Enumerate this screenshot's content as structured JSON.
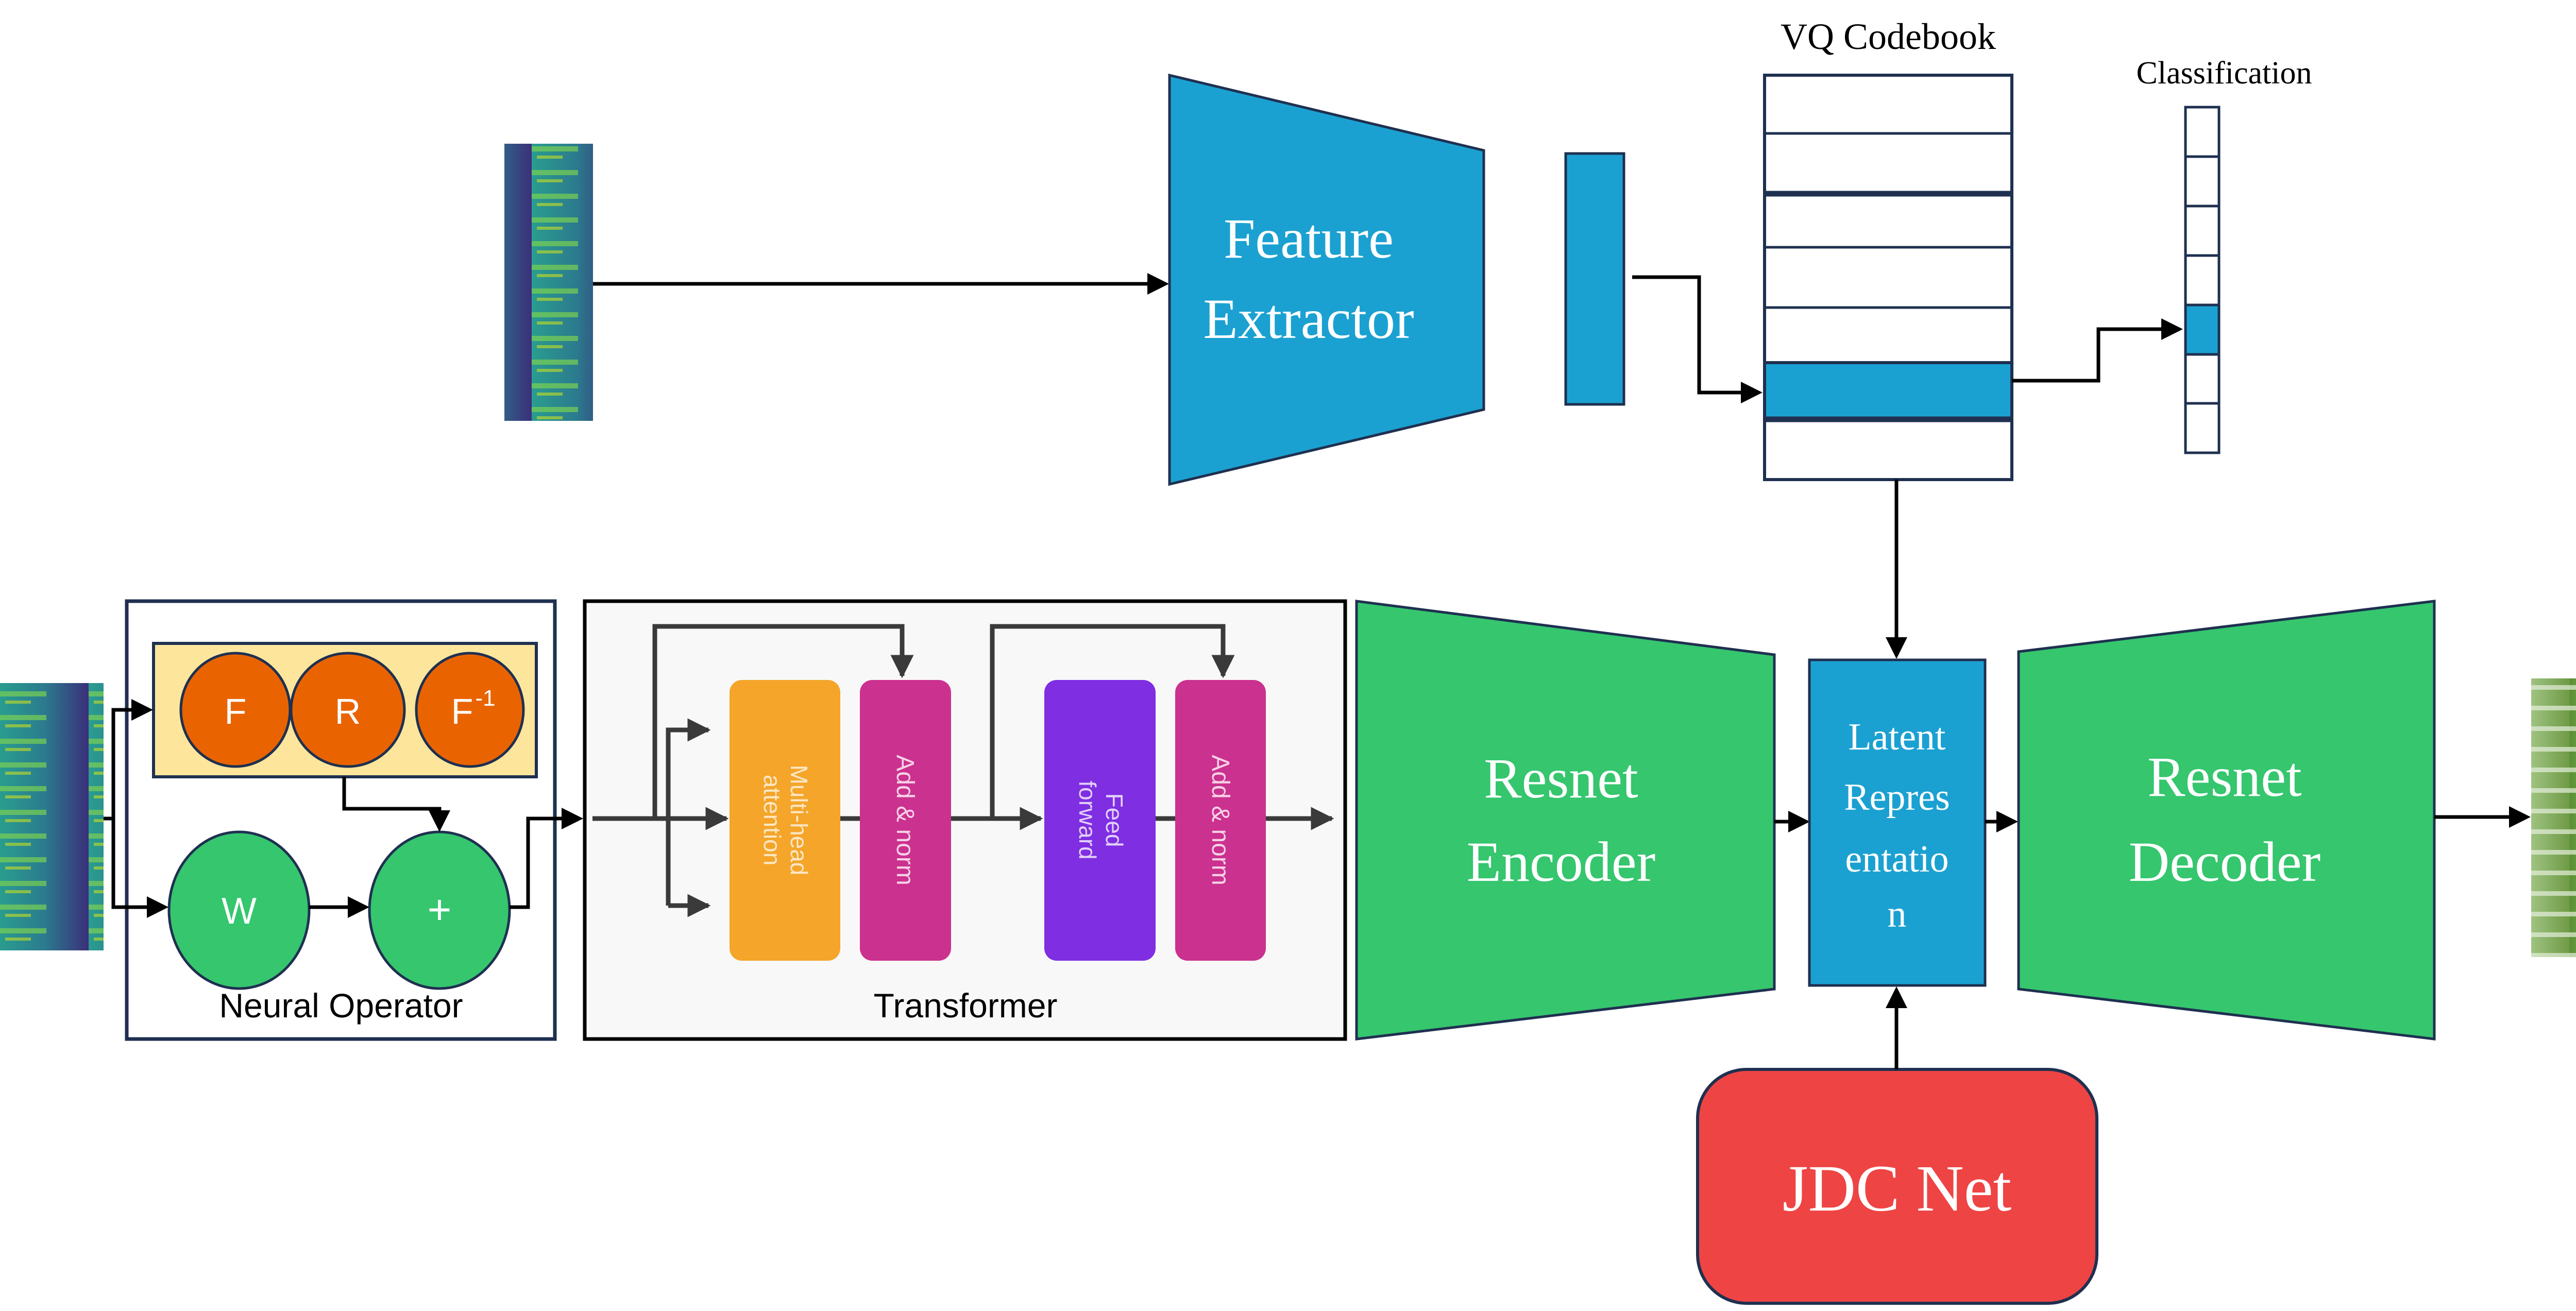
{
  "feature_extractor": {
    "line1": "Feature",
    "line2": "Extractor"
  },
  "vq_codebook": {
    "title": "VQ Codebook",
    "rows": 7,
    "selected_row": 6
  },
  "classification": {
    "title": "Classification",
    "cells": 7,
    "selected_cell": 5
  },
  "latent": {
    "lines": [
      "Latent",
      "Repres",
      "entatio",
      "n"
    ]
  },
  "jdc": {
    "label": "JDC Net"
  },
  "encoder": {
    "line1": "Resnet",
    "line2": "Encoder"
  },
  "decoder": {
    "line1": "Resnet",
    "line2": "Decoder"
  },
  "neural_operator": {
    "label": "Neural Operator",
    "f": "F",
    "r": "R",
    "finv": "F",
    "finv_sup": "-1",
    "w": "W",
    "plus": "+"
  },
  "transformer": {
    "label": "Transformer",
    "mha": [
      "Multi-head",
      "attention"
    ],
    "add_norm": "Add & norm",
    "ff": [
      "Feed",
      "forward"
    ]
  },
  "colors": {
    "blue": "#1ba1d1",
    "green": "#35c66e",
    "red": "#ef4444",
    "orange": "#f4a52a",
    "magenta": "#cb318f",
    "purple": "#7f2ee2",
    "circle_orange": "#e96400",
    "yellow": "#fde69c"
  }
}
